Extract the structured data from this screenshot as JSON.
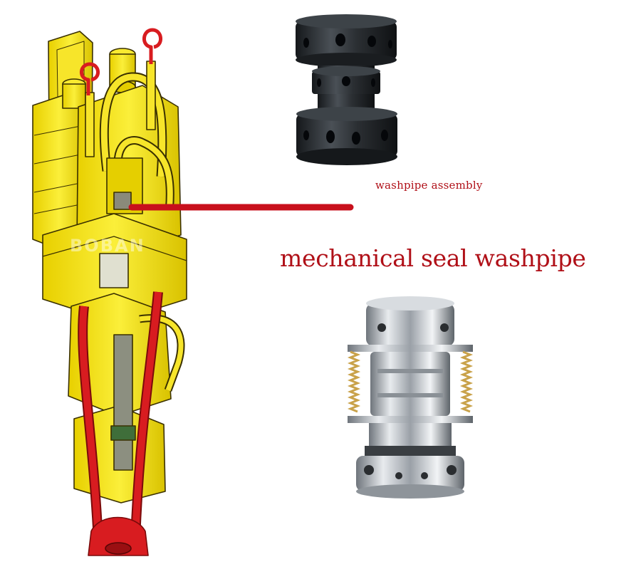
{
  "labels": {
    "washpipe_assembly": "washpipe assembly",
    "mechanical_seal": "mechanical seal washpipe",
    "watermark": "BOBAN"
  },
  "colors": {
    "label_red": "#b01018",
    "pointer_red": "#c8101c",
    "machine_yellow": "#f4e21a",
    "machine_outline": "#3a3000",
    "link_red": "#d81c20",
    "dark_metal": "#2b2f33",
    "steel": "#c9cdd2",
    "spring_gold": "#c9a24a"
  },
  "icons": {
    "machine": "top-drive-illustration",
    "washpipe": "washpipe-assembly-photo",
    "seal": "mechanical-seal-washpipe-photo"
  }
}
